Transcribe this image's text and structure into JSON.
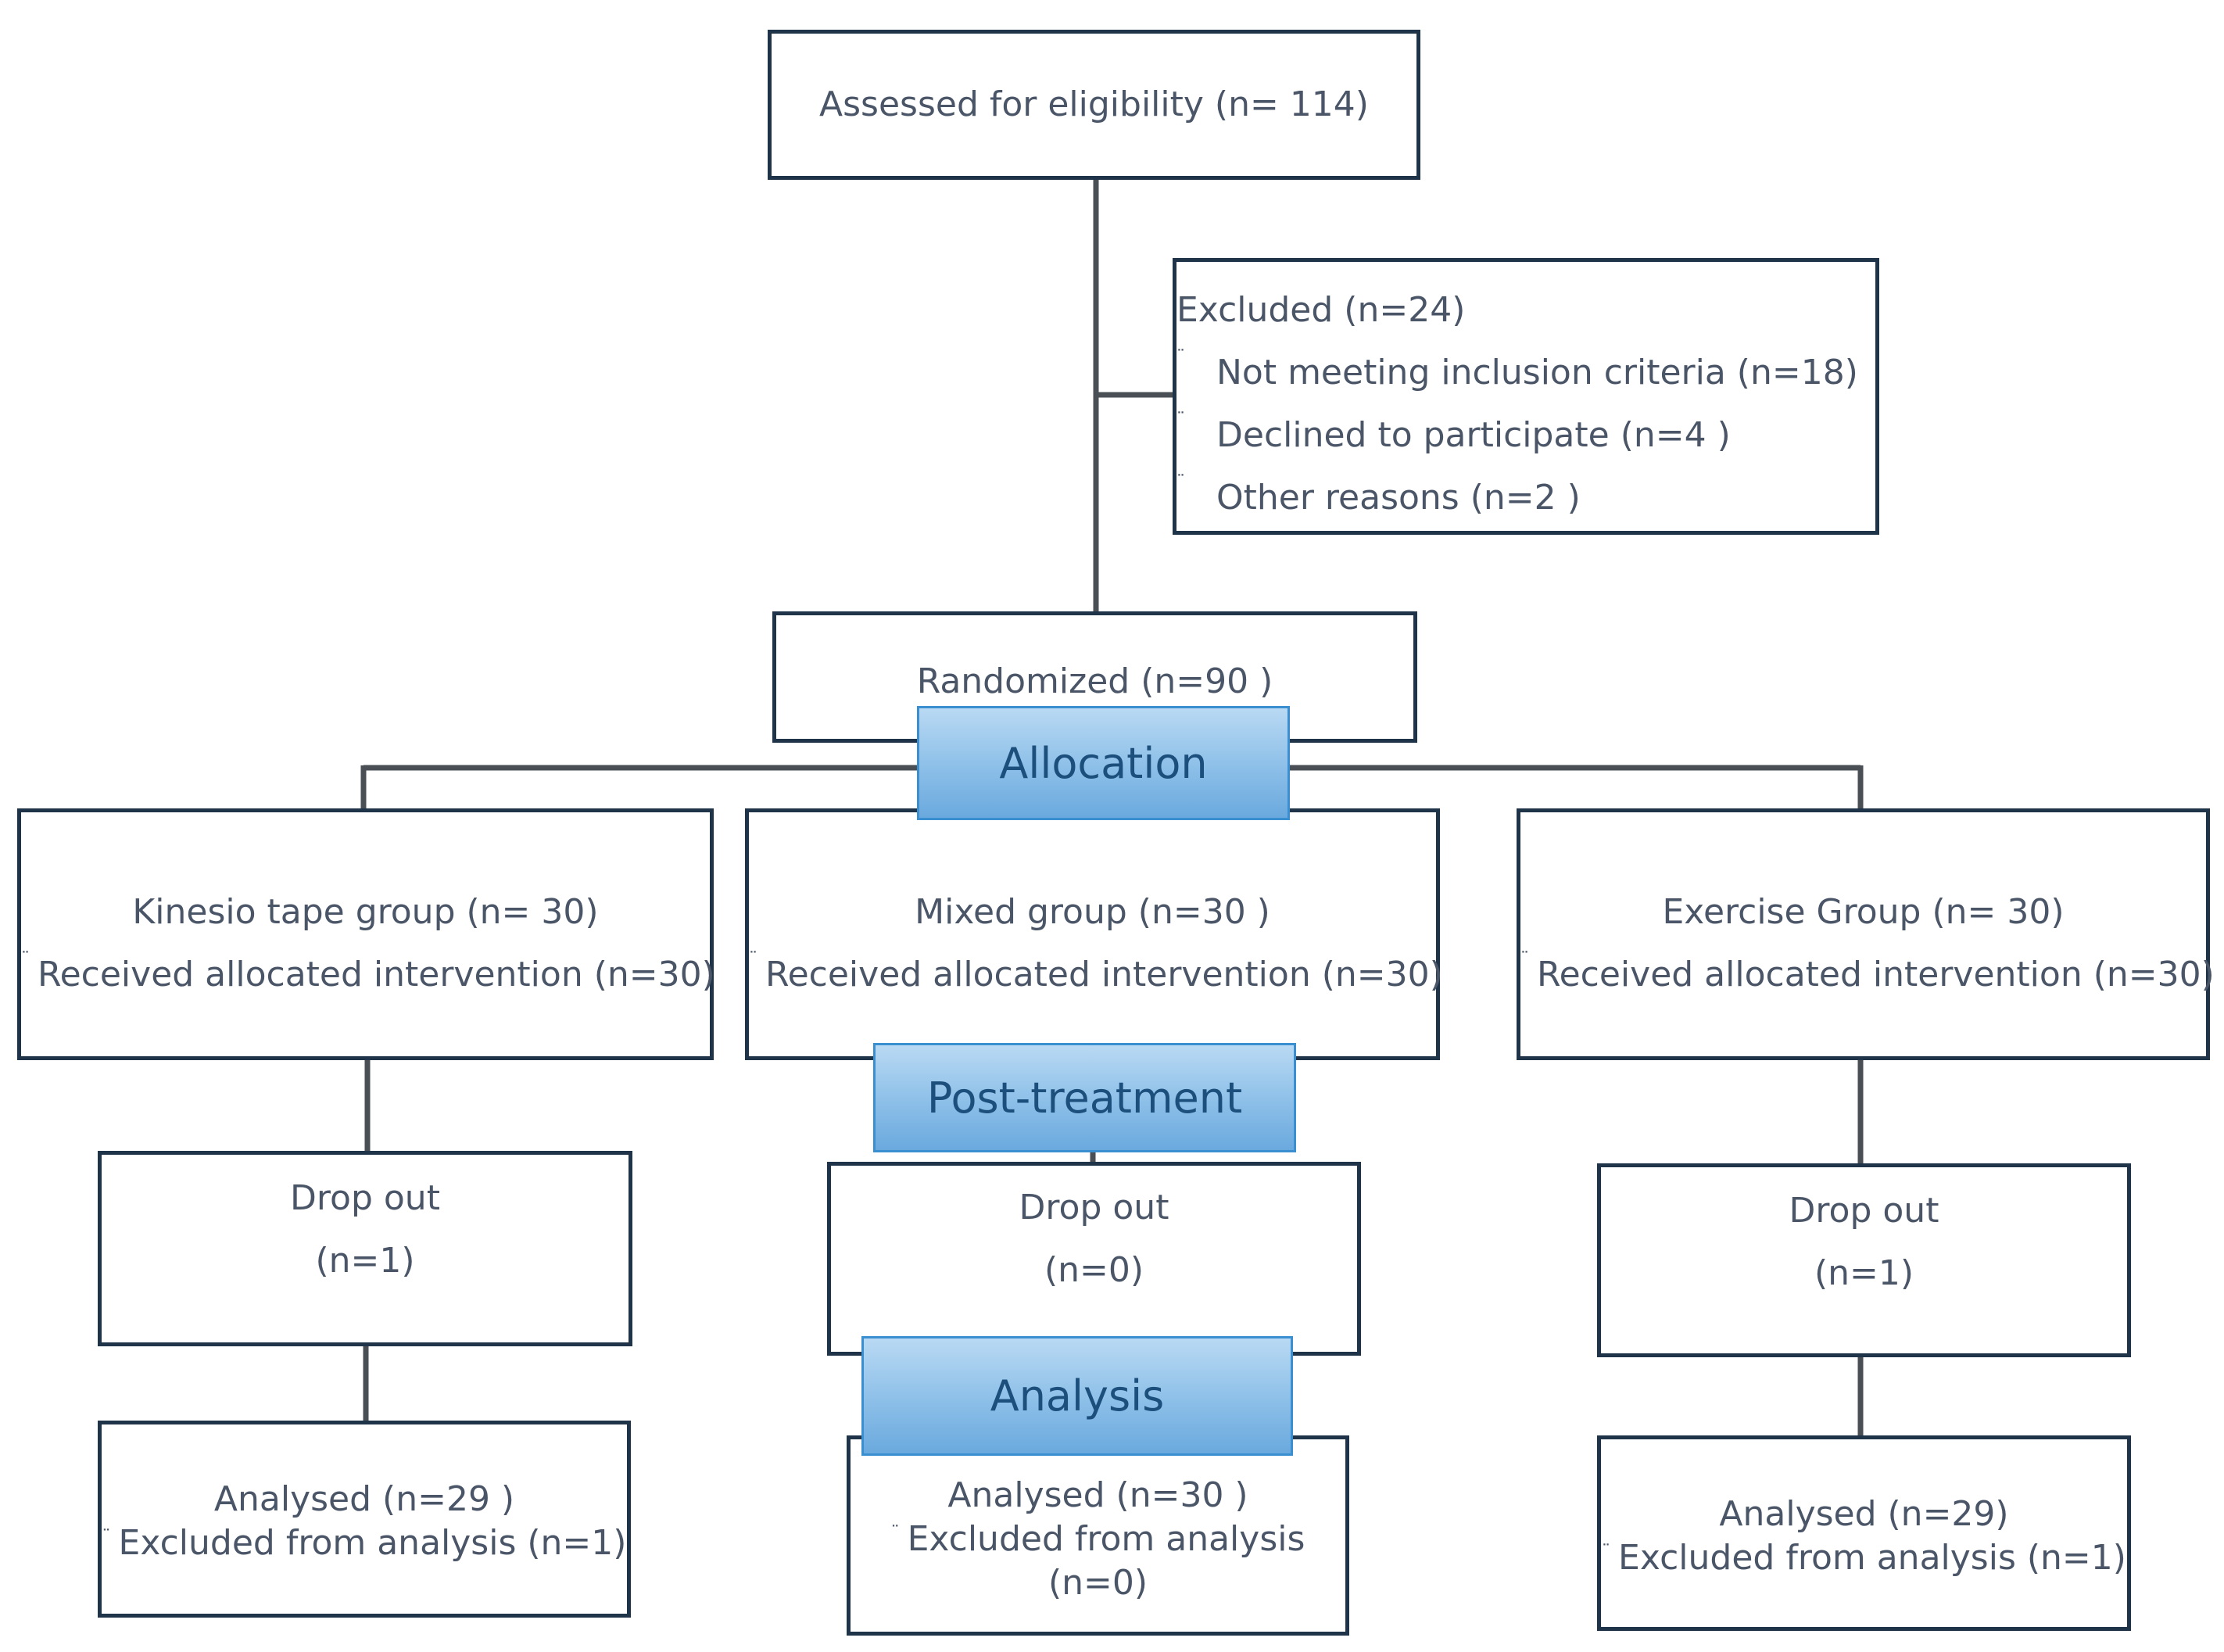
{
  "bullet_glyph": "¨",
  "assessed": {
    "text": "Assessed for eligibility (n= 114)"
  },
  "excluded": {
    "title": "Excluded  (n=24)",
    "items": [
      "Not meeting inclusion criteria (n=18)",
      "Declined to participate (n=4 )",
      "Other reasons (n=2 )"
    ]
  },
  "randomized": {
    "text": "Randomized (n=90 )"
  },
  "stages": {
    "allocation": "Allocation",
    "post_treatment": "Post-treatment",
    "analysis": "Analysis"
  },
  "groups": [
    {
      "name": "Kinesio tape group (n= 30)",
      "received": "Received allocated intervention (n=30)",
      "dropout_title": "Drop out",
      "dropout_n": "(n=1)",
      "analysed": "Analysed  (n=29 )",
      "excluded_analysis": "Excluded from analysis (n=1)",
      "excluded_analysis_n": ""
    },
    {
      "name": "Mixed group (n=30 )",
      "received": "Received allocated intervention (n=30)",
      "dropout_title": "Drop out",
      "dropout_n": "(n=0)",
      "analysed": "Analysed  (n=30 )",
      "excluded_analysis": "Excluded from analysis",
      "excluded_analysis_n": "(n=0)"
    },
    {
      "name": "Exercise Group (n= 30)",
      "received": "Received allocated intervention (n=30)",
      "dropout_title": "Drop out",
      "dropout_n": "(n=1)",
      "analysed": "Analysed  (n=29)",
      "excluded_analysis": "Excluded from analysis (n=1)",
      "excluded_analysis_n": ""
    }
  ],
  "colors": {
    "box_border": "#1f3448",
    "text": "#4a5668",
    "stage_fill": "#8cbfe8",
    "stage_border": "#3a8fd0",
    "stage_text": "#1d4f7d",
    "connector": "#4a4f55"
  }
}
